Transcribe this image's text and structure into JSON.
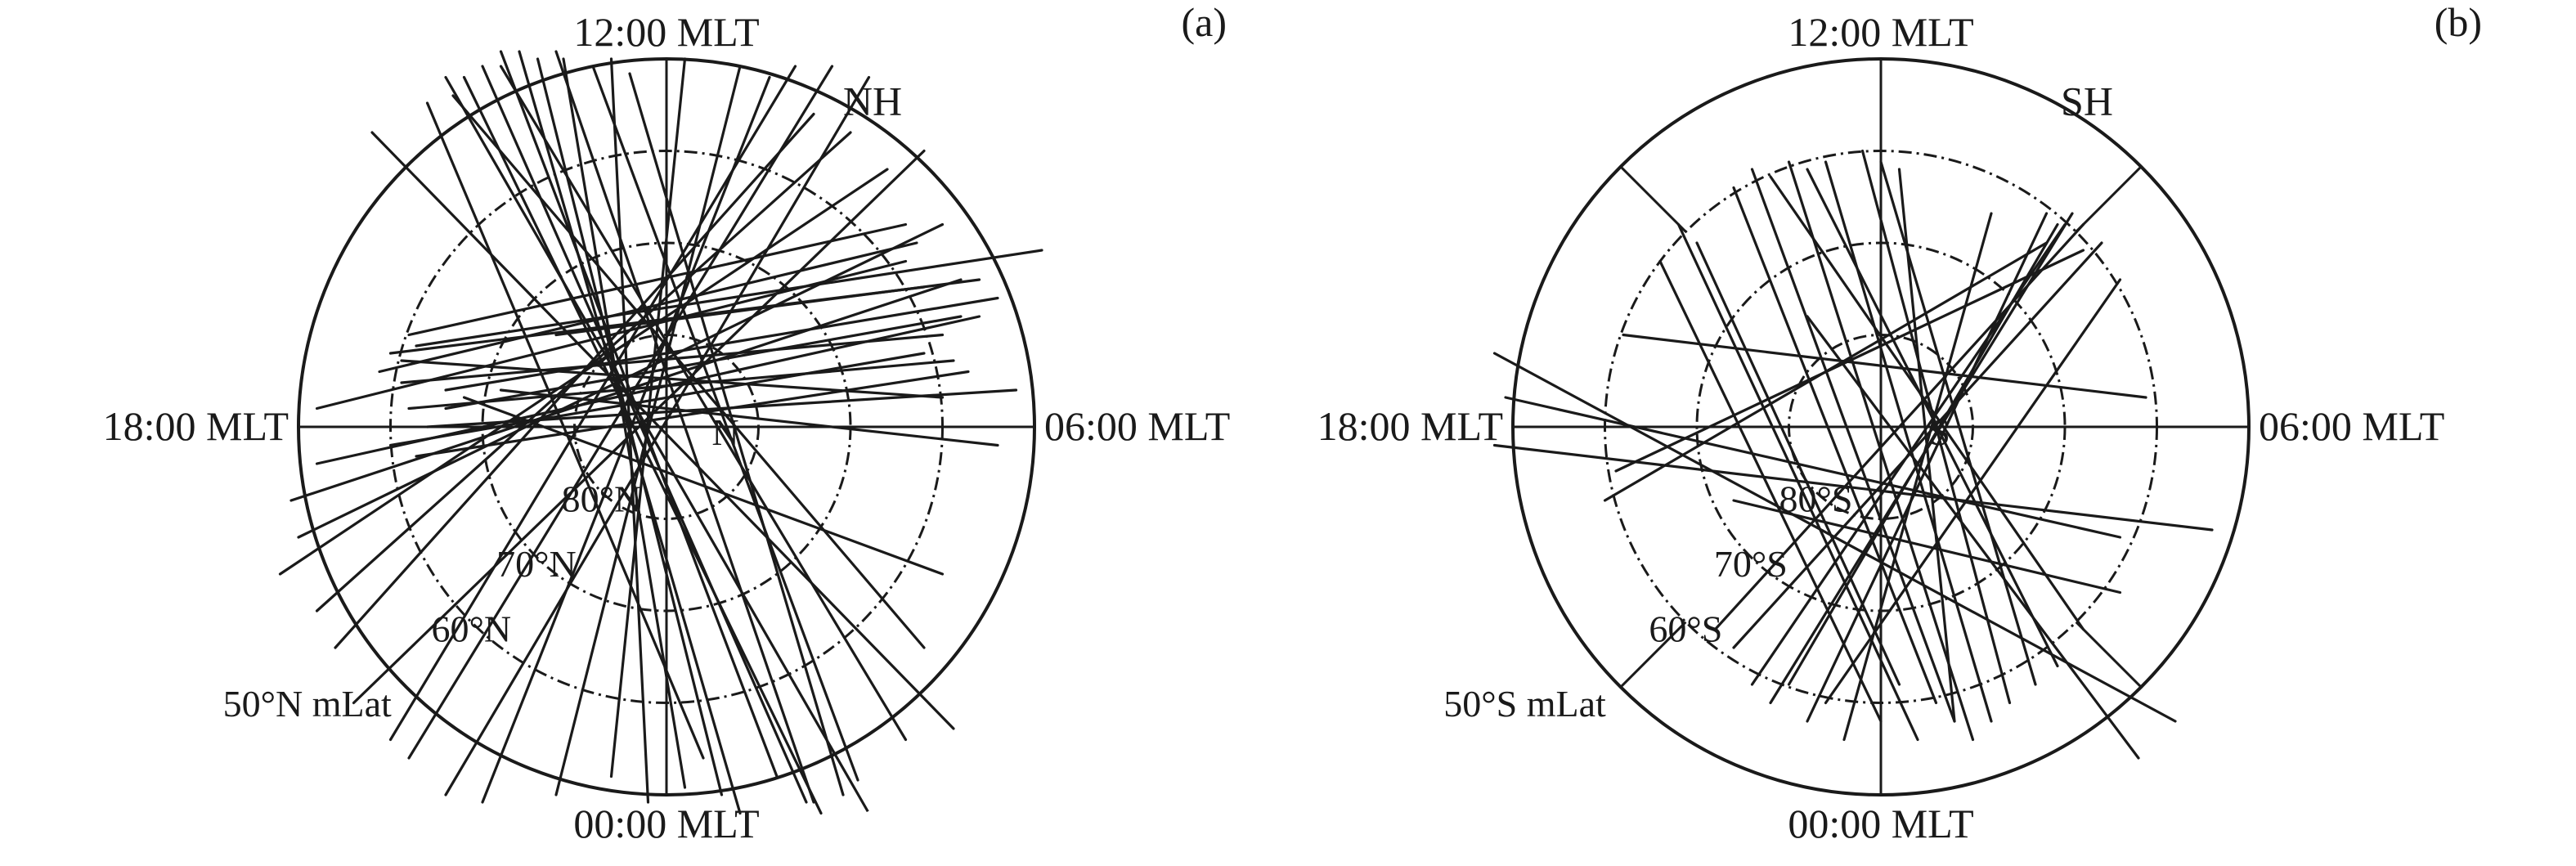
{
  "colors": {
    "ink": "#1a1a1a",
    "background": "#ffffff"
  },
  "panels": [
    {
      "id": "a",
      "panel_label": "(a)",
      "hemisphere": "NH",
      "mlt": {
        "top": "12:00 MLT",
        "bottom": "00:00 MLT",
        "left": "18:00 MLT",
        "right": "06:00 MLT"
      },
      "rings": [
        {
          "lat": 50,
          "label": "50°N mLat",
          "style": "solid"
        },
        {
          "lat": 60,
          "label": "60°N",
          "style": "dashdot"
        },
        {
          "lat": 70,
          "label": "70°N",
          "style": "dashdot"
        },
        {
          "lat": 80,
          "label": "80°N",
          "style": "dashdot"
        }
      ],
      "pole_label": "N",
      "radial_spokes": false,
      "tracks": [
        [
          -0.6,
          0.95,
          0.55,
          -1.05
        ],
        [
          -0.55,
          0.95,
          0.42,
          -1.05
        ],
        [
          -0.5,
          0.98,
          0.38,
          -1.02
        ],
        [
          -0.45,
          1.02,
          0.3,
          -0.95
        ],
        [
          -0.4,
          1.02,
          0.2,
          -1.05
        ],
        [
          -0.35,
          1.0,
          0.15,
          -1.0
        ],
        [
          -0.3,
          1.02,
          0.4,
          -1.02
        ],
        [
          -0.28,
          1.0,
          0.05,
          -0.98
        ],
        [
          -0.2,
          0.98,
          0.52,
          -0.96
        ],
        [
          -0.15,
          1.0,
          -0.05,
          -1.02
        ],
        [
          -0.65,
          0.88,
          0.1,
          -0.9
        ],
        [
          -0.1,
          0.96,
          0.48,
          -1.0
        ],
        [
          -0.58,
          0.9,
          0.7,
          -0.6
        ],
        [
          -0.8,
          0.8,
          0.78,
          -0.82
        ],
        [
          0.05,
          1.0,
          -0.15,
          -0.95
        ],
        [
          -0.45,
          0.98,
          0.65,
          -0.85
        ],
        [
          0.55,
          0.95,
          -0.6,
          -1.0
        ],
        [
          0.45,
          0.98,
          -0.7,
          -0.9
        ],
        [
          0.5,
          0.8,
          -0.95,
          -0.5
        ],
        [
          0.6,
          0.7,
          -1.05,
          -0.4
        ],
        [
          0.75,
          0.55,
          -1.0,
          -0.3
        ],
        [
          0.7,
          0.75,
          -0.85,
          -0.75
        ],
        [
          0.35,
          0.98,
          -0.75,
          -0.85
        ],
        [
          0.4,
          0.85,
          -0.9,
          -0.6
        ],
        [
          0.8,
          0.4,
          -1.02,
          -0.2
        ],
        [
          0.28,
          0.95,
          -0.5,
          -1.02
        ],
        [
          0.85,
          0.3,
          -0.95,
          -0.1
        ],
        [
          0.65,
          0.45,
          -0.95,
          0.05
        ],
        [
          0.2,
          0.98,
          -0.3,
          -1.0
        ],
        [
          -0.55,
          0.08,
          0.75,
          -0.4
        ],
        [
          -0.75,
          0.2,
          0.7,
          0.38
        ],
        [
          -0.72,
          0.12,
          0.75,
          0.25
        ],
        [
          -0.78,
          0.15,
          0.68,
          0.5
        ],
        [
          -0.7,
          0.05,
          0.78,
          0.18
        ],
        [
          -0.68,
          0.22,
          1.02,
          0.48
        ],
        [
          -0.75,
          -0.05,
          0.7,
          0.2
        ],
        [
          -0.6,
          0.1,
          0.9,
          0.35
        ],
        [
          -0.7,
          0.25,
          0.65,
          0.55
        ],
        [
          -0.68,
          -0.08,
          0.82,
          0.15
        ],
        [
          -0.72,
          0.18,
          0.75,
          0.08
        ],
        [
          -0.65,
          0.0,
          0.95,
          0.1
        ],
        [
          -0.45,
          0.1,
          0.9,
          -0.05
        ],
        [
          -0.6,
          0.05,
          0.8,
          0.3
        ],
        [
          -0.3,
          0.25,
          0.85,
          0.4
        ]
      ]
    },
    {
      "id": "b",
      "panel_label": "(b)",
      "hemisphere": "SH",
      "mlt": {
        "top": "12:00 MLT",
        "bottom": "00:00 MLT",
        "left": "18:00 MLT",
        "right": "06:00 MLT"
      },
      "rings": [
        {
          "lat": 50,
          "label": "50°S mLat",
          "style": "solid"
        },
        {
          "lat": 60,
          "label": "60°S",
          "style": "dashdot"
        },
        {
          "lat": 70,
          "label": "70°S",
          "style": "dashdot"
        },
        {
          "lat": 80,
          "label": "80°S",
          "style": "dashdot"
        }
      ],
      "pole_label": "S",
      "radial_spokes": true,
      "tracks": [
        [
          -0.35,
          0.7,
          0.2,
          -0.8
        ],
        [
          -0.4,
          0.65,
          0.15,
          -0.75
        ],
        [
          -0.25,
          0.72,
          0.25,
          -0.85
        ],
        [
          -0.15,
          0.72,
          0.3,
          -0.8
        ],
        [
          -0.05,
          0.75,
          0.35,
          -0.75
        ],
        [
          0.0,
          0.72,
          0.42,
          -0.7
        ],
        [
          -0.55,
          0.55,
          0.1,
          -0.85
        ],
        [
          -0.5,
          0.5,
          0.05,
          -0.7
        ],
        [
          0.05,
          0.7,
          0.2,
          -0.8
        ],
        [
          -0.2,
          0.7,
          0.48,
          -0.65
        ],
        [
          -0.6,
          0.45,
          0.0,
          -0.8
        ],
        [
          -0.3,
          0.68,
          0.55,
          -0.55
        ],
        [
          0.5,
          0.55,
          -0.35,
          -0.7
        ],
        [
          0.52,
          0.58,
          -0.3,
          -0.75
        ],
        [
          0.48,
          0.55,
          -0.25,
          -0.7
        ],
        [
          0.6,
          0.5,
          -0.4,
          -0.6
        ],
        [
          0.55,
          0.55,
          -0.45,
          -0.55
        ],
        [
          0.45,
          0.58,
          -0.2,
          -0.8
        ],
        [
          0.3,
          0.58,
          -0.1,
          -0.85
        ],
        [
          0.65,
          0.4,
          -0.15,
          -0.75
        ],
        [
          0.45,
          0.5,
          -0.75,
          -0.2
        ],
        [
          0.55,
          0.48,
          -0.72,
          -0.12
        ],
        [
          -1.05,
          0.2,
          0.8,
          -0.8
        ],
        [
          -1.02,
          0.08,
          0.65,
          -0.3
        ],
        [
          -1.05,
          -0.05,
          0.9,
          -0.28
        ],
        [
          -0.7,
          0.25,
          0.72,
          0.08
        ],
        [
          -0.4,
          -0.2,
          0.65,
          -0.45
        ],
        [
          -0.2,
          0.3,
          0.7,
          -0.9
        ]
      ]
    }
  ]
}
